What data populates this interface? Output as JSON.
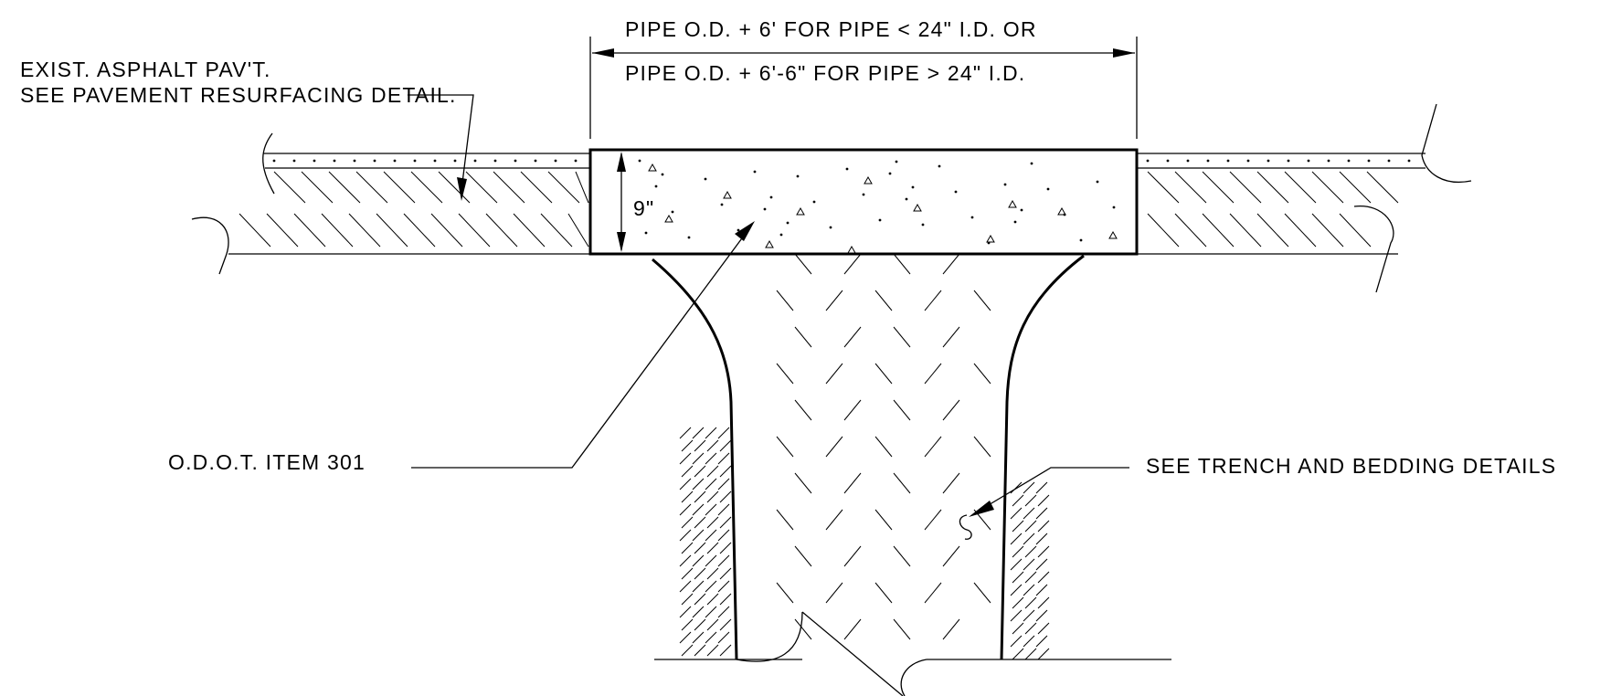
{
  "labels": {
    "dimension_top": "PIPE O.D. + 6' FOR PIPE < 24\" I.D. OR",
    "dimension_bottom": "PIPE O.D. + 6'-6\" FOR PIPE > 24\" I.D.",
    "asphalt_line1": "EXIST. ASPHALT PAV'T.",
    "asphalt_line2": "SEE PAVEMENT RESURFACING DETAIL.",
    "thickness": "9\"",
    "item": "O.D.O.T. ITEM 301",
    "trench": "SEE TRENCH AND BEDDING DETAILS"
  },
  "colors": {
    "ink": "#000000",
    "background": "#ffffff"
  }
}
